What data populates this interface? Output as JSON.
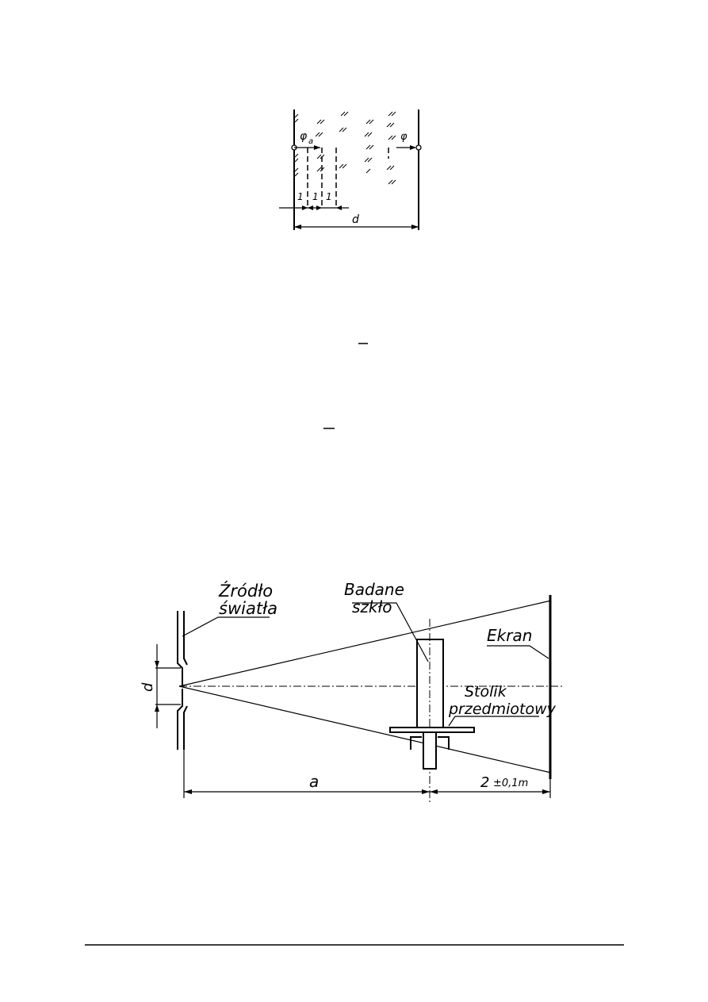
{
  "figure_top": {
    "phi_a_label": "φ",
    "phi_a_sub": "a",
    "phi_label": "φ",
    "dim_1_a": "1",
    "dim_1_b": "1",
    "dim_1_c": "1",
    "d_label": "d"
  },
  "fraction_bars": 2,
  "figure_bottom": {
    "source_label_line1": "Źródło",
    "source_label_line2": "światła",
    "glass_label_line1": "Badane",
    "glass_label_line2": "szkło",
    "screen_label": "Ekran",
    "table_label_line1": "Stolik",
    "table_label_line2": "przedmiotowy",
    "d_label": "d",
    "a_label": "a",
    "distance_label": "2",
    "tolerance_label": "±0,1m"
  }
}
